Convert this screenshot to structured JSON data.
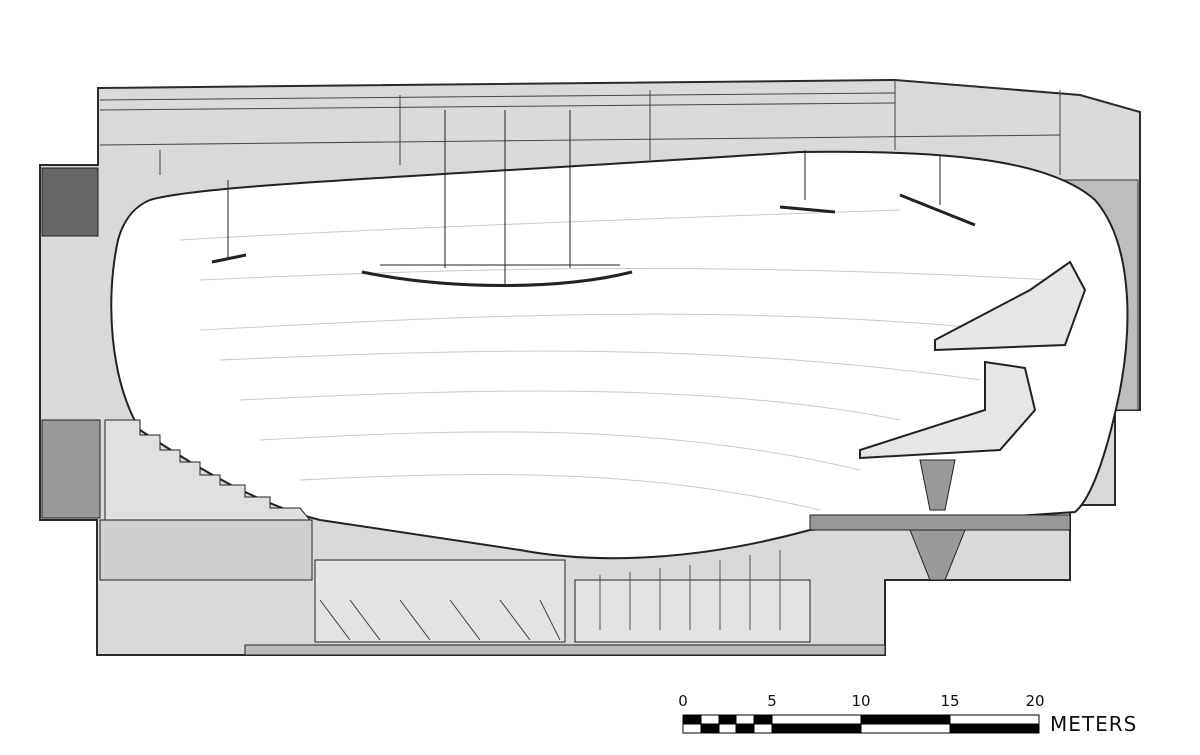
{
  "drawing": {
    "type": "architectural-section",
    "colors": {
      "structure": "#d9d9d9",
      "line": "#2b2b2b",
      "interior": "#ffffff",
      "accent_dark": "#555555"
    }
  },
  "scale_bar": {
    "ticks": [
      "0",
      "5",
      "10",
      "15",
      "20"
    ],
    "unit": "METERS"
  }
}
